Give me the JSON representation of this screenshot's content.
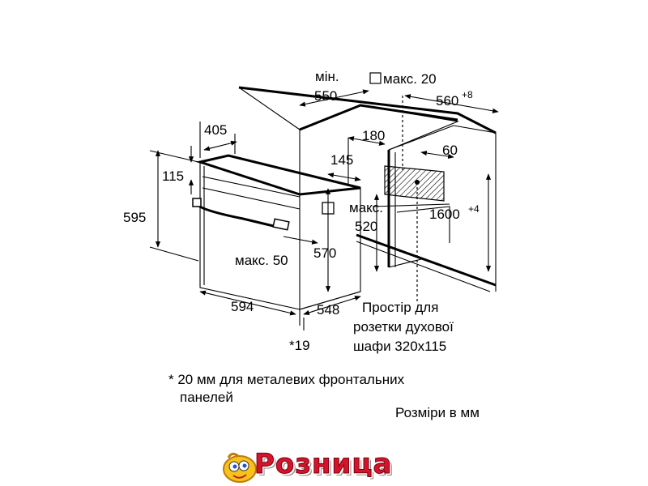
{
  "diagram": {
    "labels": {
      "min_label": "мін.",
      "min_value": "550",
      "max20": "макс. 20",
      "w560": "560",
      "w560_sup": "+8",
      "d405": "405",
      "d180": "180",
      "d145": "145",
      "d60": "60",
      "h115": "115",
      "h595": "595",
      "max_label": "макс.",
      "max_value": "520",
      "h600": "1600",
      "h600_sup": "+4",
      "max50": "макс. 50",
      "h570": "570",
      "w594": "594",
      "d548": "548",
      "star19": "*19",
      "socket_line1": "Простір для",
      "socket_line2": "розетки духової",
      "socket_line3": "шафи 320x115"
    }
  },
  "footnote": {
    "line1": "* 20 мм для металевих фронтальних",
    "line2": "панелей"
  },
  "units_note": "Розміри в мм",
  "logo": {
    "text": "Розница",
    "colors": {
      "text": "#d4142a",
      "outline": "#ffffff",
      "mascot": "#f7c21c"
    }
  }
}
